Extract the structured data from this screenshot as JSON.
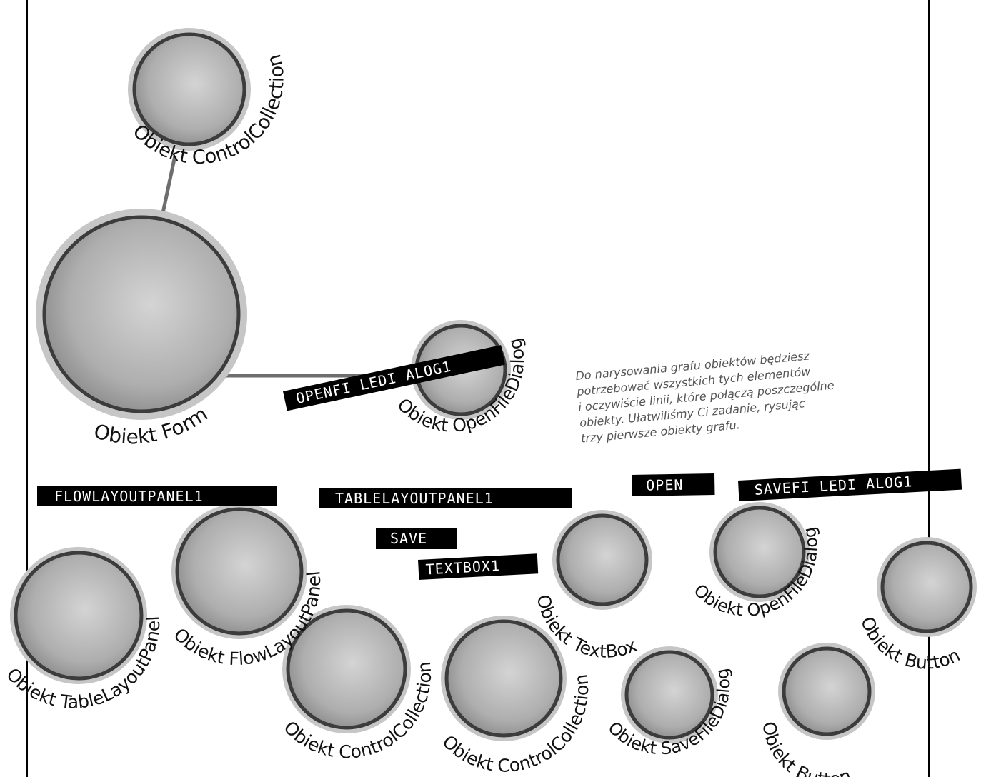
{
  "objects": [
    {
      "id": "cc-top",
      "label": "Obiekt ControlCollection"
    },
    {
      "id": "form",
      "label": "Obiekt Form"
    },
    {
      "id": "ofd-top",
      "label": "Obiekt OpenFileDialog"
    },
    {
      "id": "tlp",
      "label": "Obiekt TableLayoutPanel"
    },
    {
      "id": "flp",
      "label": "Obiekt FlowLayoutPanel"
    },
    {
      "id": "cc-1",
      "label": "Obiekt ControlCollection"
    },
    {
      "id": "cc-2",
      "label": "Obiekt ControlCollection"
    },
    {
      "id": "textbox",
      "label": "Obiekt TextBox"
    },
    {
      "id": "ofd-2",
      "label": "Obiekt OpenFileDialog"
    },
    {
      "id": "sfd",
      "label": "Obiekt SaveFileDialog"
    },
    {
      "id": "btn-1",
      "label": "Obiekt Button"
    },
    {
      "id": "btn-2",
      "label": "Obiekt Button"
    }
  ],
  "name_tags": [
    {
      "id": "openfiledialog1",
      "text": "OPENFI LEDI ALOG1"
    },
    {
      "id": "flowlayoutpanel1",
      "text": "FLOWLAYOUTPANEL1"
    },
    {
      "id": "tablelayoutpanel1",
      "text": "TABLELAYOUTPANEL1"
    },
    {
      "id": "open",
      "text": "OPEN"
    },
    {
      "id": "savefiledialog1",
      "text": "SAVEFI LEDI ALOG1"
    },
    {
      "id": "save",
      "text": "SAVE"
    },
    {
      "id": "textbox1",
      "text": "TEXTBOX1"
    }
  ],
  "note": {
    "lines": [
      "Do narysowania grafu obiektów będziesz",
      "potrzebować wszystkich tych elementów",
      "i oczywiście linii, które połączą poszczególne",
      "obiekty. Ułatwiliśmy Ci zadanie, rysując",
      "trzy pierwsze obiekty grafu."
    ]
  },
  "colors": {
    "sphere_light": "#d2d2d2",
    "sphere_dark": "#8a8a8a",
    "sphere_rim": "#3c3c3c",
    "halo": "#c6c6c6",
    "edge": "#6e6e6e",
    "tag_bg": "#000000",
    "tag_text": "#ffffff",
    "note_text": "#555555"
  }
}
